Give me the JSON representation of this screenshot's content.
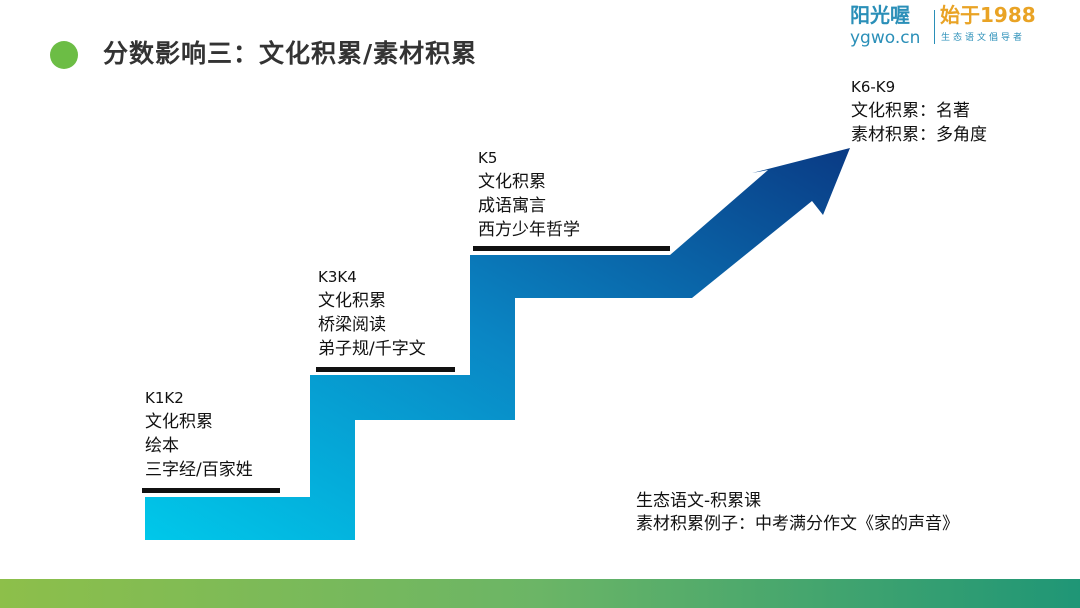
{
  "header": {
    "title": "分数影响三：文化积累/素材积累"
  },
  "logo": {
    "brand": "阳光喔",
    "domain": "ygwo.cn",
    "since": "始于1988",
    "slogan": "生态语文倡导者"
  },
  "steps": [
    {
      "level": "K1K2",
      "lines": [
        "文化积累",
        "绘本",
        "三字经/百家姓"
      ]
    },
    {
      "level": "K3K4",
      "lines": [
        "文化积累",
        "桥梁阅读",
        "弟子规/千字文"
      ]
    },
    {
      "level": "K5",
      "lines": [
        "文化积累",
        "成语寓言",
        "西方少年哲学"
      ]
    },
    {
      "level": "K6-K9",
      "lines": [
        "文化积累：名著",
        "素材积累：多角度"
      ]
    }
  ],
  "note": {
    "line1": "生态语文-积累课",
    "line2": "素材积累例子：中考满分作文《家的声音》"
  },
  "colors": {
    "arrow_start": "#00c8ea",
    "arrow_end": "#0a3a84",
    "accent": "#6cbd45"
  }
}
